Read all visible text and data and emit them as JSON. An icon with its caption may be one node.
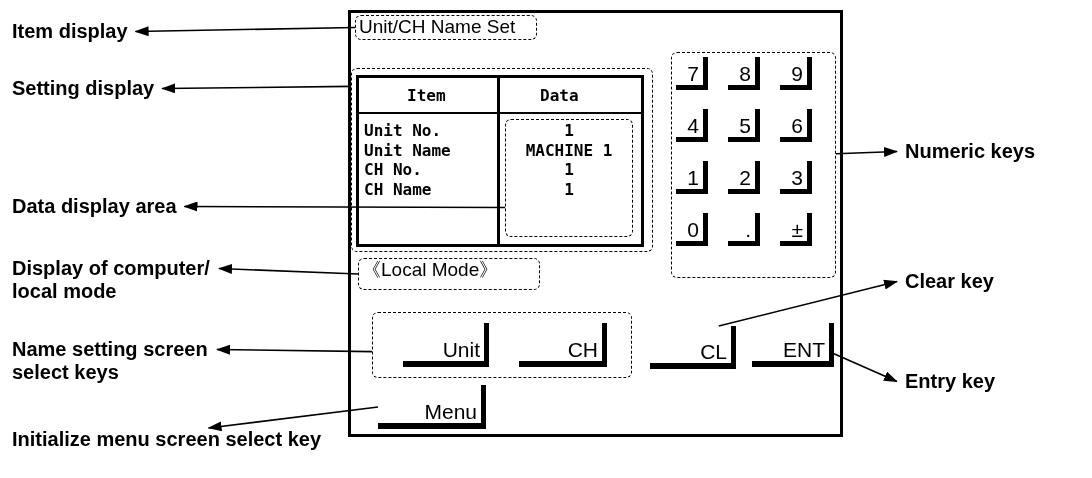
{
  "diagram": {
    "nodes": [
      {
        "text": [],
        "shape": "box"
      },
      {
        "text": [
          "Unit/CH Name Set"
        ],
        "in": 0
      },
      {
        "text": [],
        "shape": "box",
        "in": 0
      },
      {
        "text": [
          "Item",
          "Data",
          "Unit No.",
          "Unit Name",
          "CH No.",
          "CH Name"
        ],
        "in": 2
      },
      {
        "text": [
          "1",
          "MACHINE 1",
          "1",
          "1"
        ],
        "in": 3
      },
      {
        "text": [
          "《Local Mode》"
        ],
        "in": 0
      },
      {
        "text": [],
        "shape": "box",
        "in": 0
      },
      {
        "text": [
          "7"
        ],
        "in": 6
      },
      {
        "text": [
          "8"
        ],
        "in": 6
      },
      {
        "text": [
          "9"
        ],
        "in": 6
      },
      {
        "text": [
          "4"
        ],
        "in": 6
      },
      {
        "text": [
          "5"
        ],
        "in": 6
      },
      {
        "text": [
          "6"
        ],
        "in": 6
      },
      {
        "text": [
          "1"
        ],
        "in": 6
      },
      {
        "text": [
          "2"
        ],
        "in": 6
      },
      {
        "text": [
          "3"
        ],
        "in": 6
      },
      {
        "text": [
          "0"
        ],
        "in": 6
      },
      {
        "text": [
          "."
        ],
        "in": 6
      },
      {
        "text": [
          "±"
        ],
        "in": 6
      },
      {
        "text": [],
        "shape": "box",
        "in": 0
      },
      {
        "text": [
          "Unit"
        ],
        "in": 19
      },
      {
        "text": [
          "CH"
        ],
        "in": 19
      },
      {
        "text": [
          "CL"
        ],
        "in": 0
      },
      {
        "text": [
          "ENT"
        ],
        "in": 0
      },
      {
        "text": [
          "Menu"
        ],
        "in": 0
      },
      {
        "text": [
          "Item display"
        ]
      },
      {
        "text": [
          "Setting display"
        ]
      },
      {
        "text": [
          "Data display area"
        ]
      },
      {
        "text": [
          "Display of computer/ local mode"
        ]
      },
      {
        "text": [
          "Name setting screen select keys"
        ]
      },
      {
        "text": [
          "Initialize menu screen select key"
        ]
      },
      {
        "text": [
          "Numeric keys"
        ]
      },
      {
        "text": [
          "Clear key"
        ]
      },
      {
        "text": [
          "Entry key"
        ]
      }
    ],
    "edges": [
      {
        "from": 1,
        "to": 25,
        "arrow": "to"
      },
      {
        "from": 2,
        "to": 26,
        "arrow": "to"
      },
      {
        "from": 4,
        "to": 27,
        "arrow": "to"
      },
      {
        "from": 5,
        "to": 28,
        "arrow": "to"
      },
      {
        "from": 19,
        "to": 29,
        "arrow": "to"
      },
      {
        "from": 24,
        "to": 30,
        "arrow": "to"
      },
      {
        "from": 6,
        "to": 31,
        "arrow": "to"
      },
      {
        "from": 22,
        "to": 32,
        "arrow": "to"
      },
      {
        "from": 23,
        "to": 33,
        "arrow": "to"
      }
    ]
  }
}
